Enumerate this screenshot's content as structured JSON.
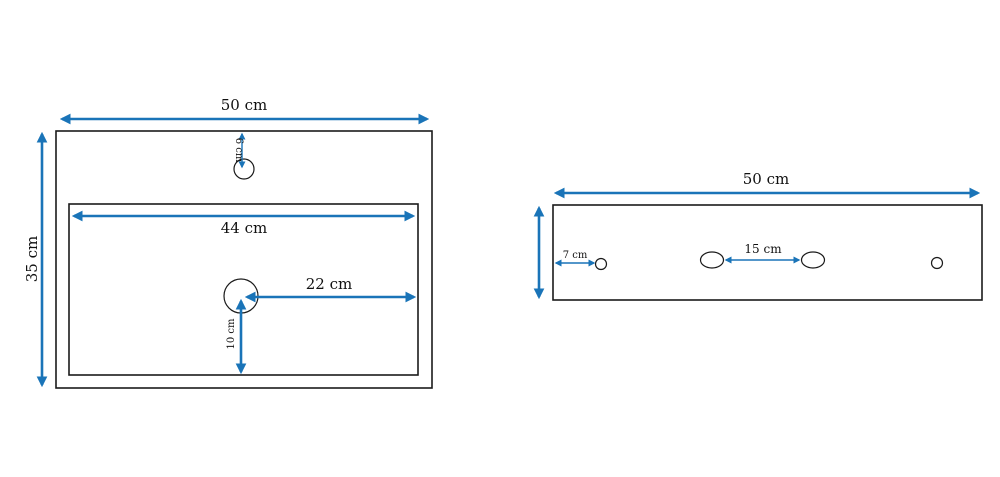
{
  "colors": {
    "dimension": "#1a74b8",
    "outline": "#1a1a1a"
  },
  "top_view": {
    "width_label": "50 cm",
    "height_label": "35 cm",
    "inner_width_label": "44 cm",
    "tap_offset_label": "6 cm",
    "drain_offset_x_label": "22 cm",
    "drain_offset_y_label": "10 cm"
  },
  "side_view": {
    "width_label": "50 cm",
    "hole_offset_label": "7 cm",
    "bracket_spacing_label": "15 cm"
  }
}
